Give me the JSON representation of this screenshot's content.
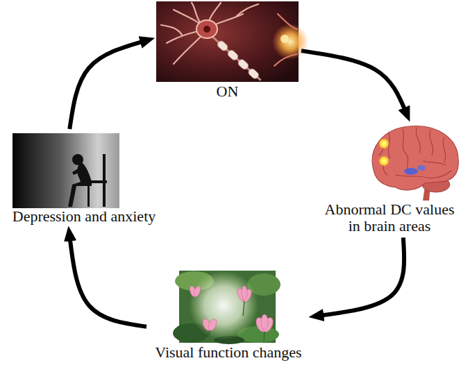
{
  "diagram": {
    "nodes": [
      {
        "text": [
          "ON"
        ]
      },
      {
        "text": [
          "Abnormal DC values in brain areas"
        ]
      },
      {
        "text": [
          "Visual function changes"
        ]
      },
      {
        "text": [
          "Depression and anxiety"
        ]
      }
    ],
    "edges": [
      {
        "from": 0,
        "to": 1,
        "arrow": "to"
      },
      {
        "from": 1,
        "to": 2,
        "arrow": "to"
      },
      {
        "from": 2,
        "to": 3,
        "arrow": "to"
      },
      {
        "from": 3,
        "to": 0,
        "arrow": "to"
      }
    ]
  }
}
